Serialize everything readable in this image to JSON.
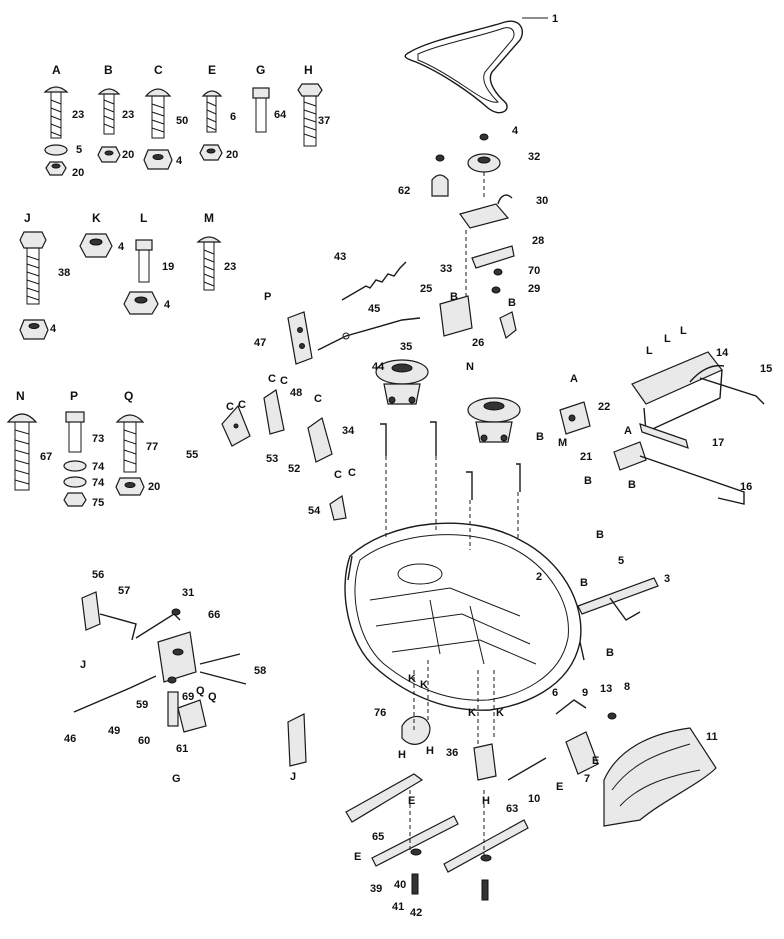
{
  "hardware_groups": [
    {
      "letter": "A",
      "qty": [
        "23",
        "5",
        "20"
      ]
    },
    {
      "letter": "B",
      "qty": [
        "23",
        "20"
      ]
    },
    {
      "letter": "C",
      "qty": [
        "50",
        "4"
      ]
    },
    {
      "letter": "E",
      "qty": [
        "6",
        "20"
      ]
    },
    {
      "letter": "G",
      "qty": [
        "64"
      ]
    },
    {
      "letter": "H",
      "qty": [
        "37"
      ]
    },
    {
      "letter": "J",
      "qty": [
        "38",
        "4"
      ]
    },
    {
      "letter": "K",
      "qty": [
        "4"
      ]
    },
    {
      "letter": "L",
      "qty": [
        "19",
        "4"
      ]
    },
    {
      "letter": "M",
      "qty": [
        "23"
      ]
    },
    {
      "letter": "N",
      "qty": [
        "67"
      ]
    },
    {
      "letter": "P",
      "qty": [
        "73",
        "74",
        "74",
        "75"
      ]
    },
    {
      "letter": "Q",
      "qty": [
        "77",
        "20"
      ]
    }
  ],
  "callouts": [
    "1",
    "2",
    "3",
    "4",
    "5",
    "6",
    "7",
    "8",
    "9",
    "10",
    "11",
    "13",
    "14",
    "15",
    "16",
    "17",
    "21",
    "22",
    "25",
    "26",
    "28",
    "29",
    "30",
    "31",
    "32",
    "33",
    "34",
    "35",
    "36",
    "39",
    "40",
    "41",
    "42",
    "43",
    "44",
    "45",
    "46",
    "47",
    "48",
    "49",
    "52",
    "53",
    "54",
    "55",
    "56",
    "57",
    "58",
    "59",
    "60",
    "61",
    "62",
    "63",
    "65",
    "66",
    "69",
    "70",
    "76"
  ],
  "fastener_tags": [
    "A",
    "B",
    "C",
    "E",
    "G",
    "H",
    "J",
    "K",
    "L",
    "M",
    "N",
    "P",
    "Q"
  ]
}
